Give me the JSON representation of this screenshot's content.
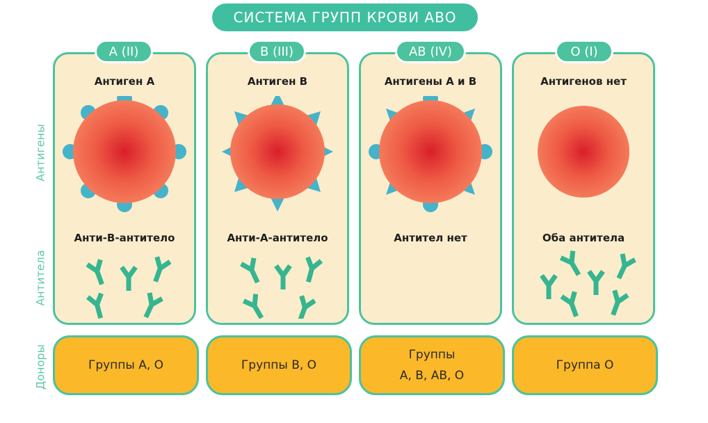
{
  "title": "СИСТЕМА ГРУПП КРОВИ АВО",
  "side_labels": {
    "antigens": "Антигены",
    "antibodies": "Антитела",
    "donors": "Доноры"
  },
  "colors": {
    "accent": "#4cc29f",
    "card_bg": "#fbeccc",
    "donor_bg": "#fbb829",
    "cell_red": "#e8473a",
    "antigen_blue": "#45b3c9",
    "antibody_green": "#35b590"
  },
  "groups": [
    {
      "tag": "A (II)",
      "antigen_title": "Антиген А",
      "antibody_title": "Анти-В-антитело",
      "antigen_shape": "circle",
      "donor_lines": [
        "Группы А, О"
      ]
    },
    {
      "tag": "B (III)",
      "antigen_title": "Антиген В",
      "antibody_title": "Анти-А-антитело",
      "antigen_shape": "triangle",
      "donor_lines": [
        "Группы В, О"
      ]
    },
    {
      "tag": "AB (IV)",
      "antigen_title": "Антигены А и В",
      "antibody_title": "Антител нет",
      "antigen_shape": "mixed",
      "donor_lines": [
        "Группы",
        "А, В, АВ, О"
      ]
    },
    {
      "tag": "O (I)",
      "antigen_title": "Антигенов нет",
      "antibody_title": "Оба антитела",
      "antigen_shape": "none",
      "donor_lines": [
        "Группа О"
      ]
    }
  ]
}
